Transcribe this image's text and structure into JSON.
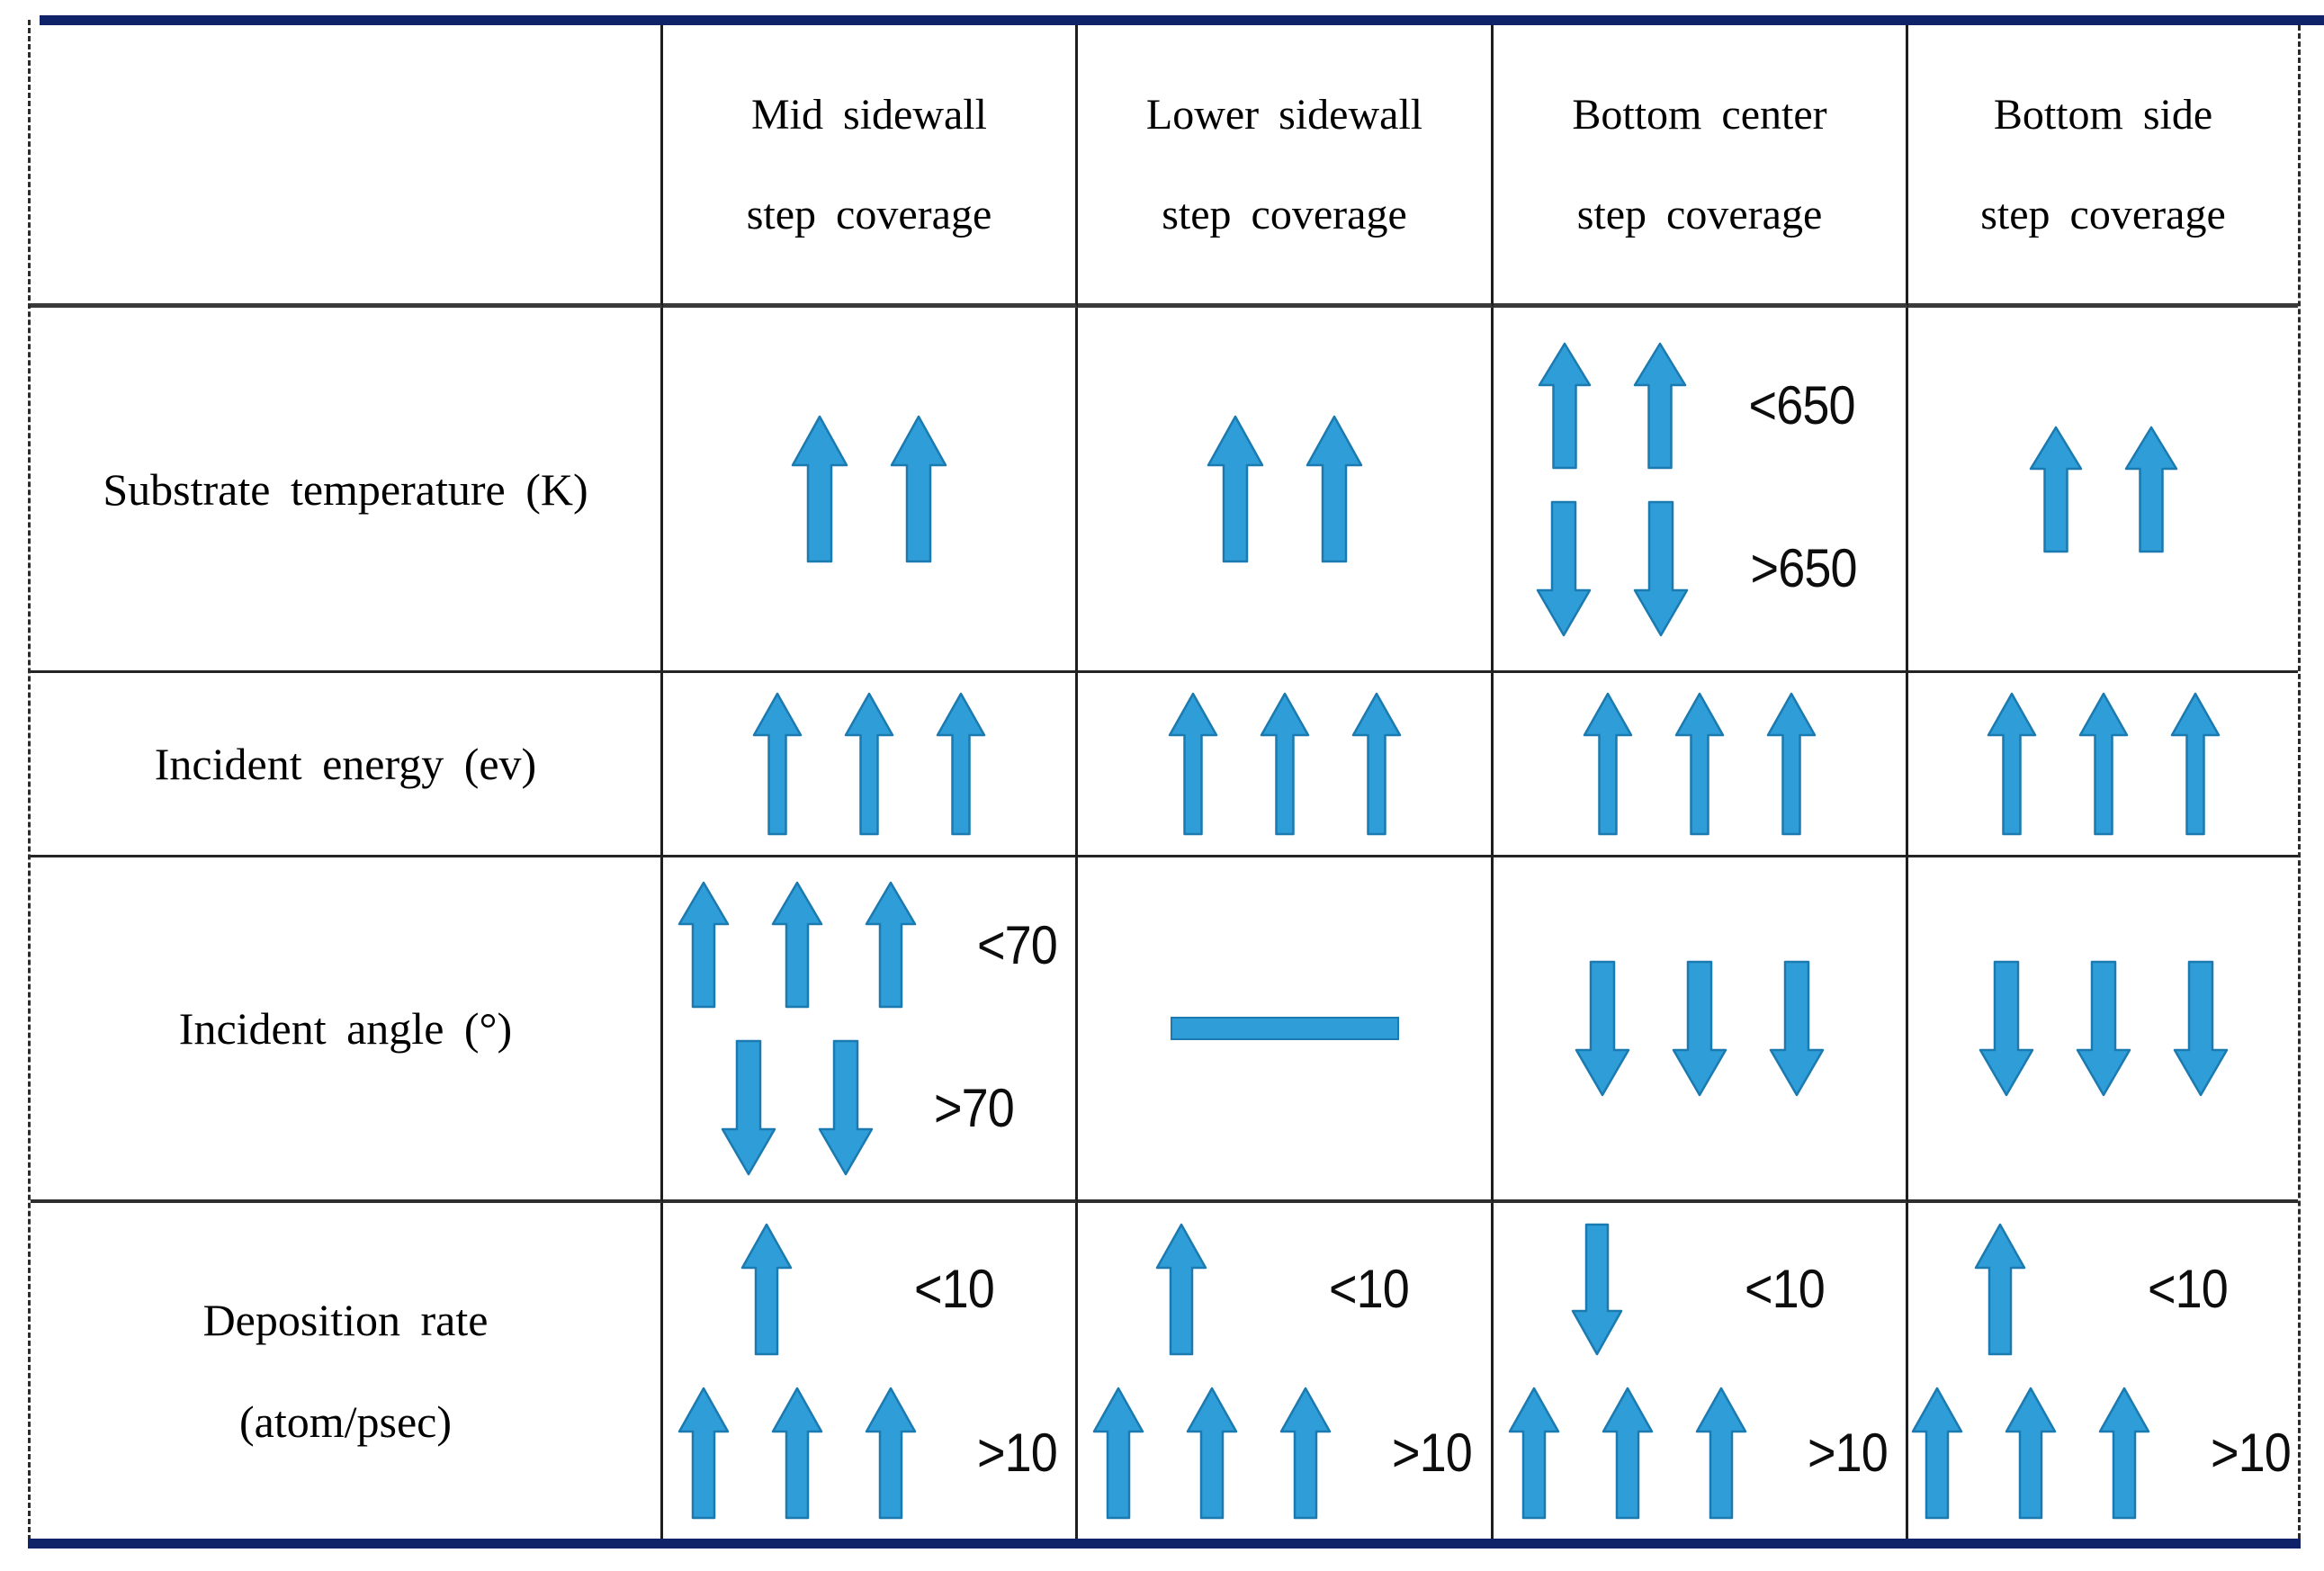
{
  "figure": {
    "colors": {
      "arrow_blue": "#2E9DD8",
      "arrow_stroke": "#1B7AB0",
      "navy": "#112368",
      "grid_line": "#1e1e1e"
    },
    "header": {
      "columns": [
        {
          "line1": "Mid sidewall",
          "line2": "step coverage"
        },
        {
          "line1": "Lower sidewall",
          "line2": "step coverage"
        },
        {
          "line1": "Bottom center",
          "line2": "step coverage"
        },
        {
          "line1": "Bottom side",
          "line2": "step coverage"
        }
      ]
    },
    "rows": [
      {
        "label_lines": [
          "Substrate temperature (K)"
        ],
        "cells": [
          {
            "groups": [
              {
                "type": "arrows",
                "dir": "up",
                "count": 2,
                "size": "md",
                "label": ""
              }
            ]
          },
          {
            "groups": [
              {
                "type": "arrows",
                "dir": "up",
                "count": 2,
                "size": "md",
                "label": ""
              }
            ]
          },
          {
            "groups": [
              {
                "type": "arrows",
                "dir": "up",
                "count": 2,
                "size": "sm2",
                "label": "<650"
              },
              {
                "type": "arrows",
                "dir": "down",
                "count": 2,
                "size": "dn",
                "label": ">650"
              }
            ]
          },
          {
            "groups": [
              {
                "type": "arrows",
                "dir": "up",
                "count": 2,
                "size": "sm2",
                "label": ""
              }
            ]
          }
        ]
      },
      {
        "label_lines": [
          "Incident energy (ev)"
        ],
        "cells": [
          {
            "groups": [
              {
                "type": "arrows",
                "dir": "up",
                "count": 3,
                "size": "tall",
                "label": ""
              }
            ]
          },
          {
            "groups": [
              {
                "type": "arrows",
                "dir": "up",
                "count": 3,
                "size": "tall",
                "label": ""
              }
            ]
          },
          {
            "groups": [
              {
                "type": "arrows",
                "dir": "up",
                "count": 3,
                "size": "tall",
                "label": ""
              }
            ]
          },
          {
            "groups": [
              {
                "type": "arrows",
                "dir": "up",
                "count": 3,
                "size": "tall",
                "label": ""
              }
            ]
          }
        ]
      },
      {
        "label_lines": [
          "Incident angle (°)"
        ],
        "cells": [
          {
            "groups": [
              {
                "type": "arrows",
                "dir": "up",
                "count": 3,
                "size": "sm",
                "label": "<70"
              },
              {
                "type": "arrows",
                "dir": "down",
                "count": 2,
                "size": "dn",
                "label": ">70"
              }
            ]
          },
          {
            "groups": [
              {
                "type": "dash",
                "label": ""
              }
            ]
          },
          {
            "groups": [
              {
                "type": "arrows",
                "dir": "down",
                "count": 3,
                "size": "dn",
                "label": ""
              }
            ]
          },
          {
            "groups": [
              {
                "type": "arrows",
                "dir": "down",
                "count": 3,
                "size": "dn",
                "label": ""
              }
            ]
          }
        ]
      },
      {
        "label_lines": [
          "Deposition rate",
          "(atom/psec)"
        ],
        "cells": [
          {
            "groups": [
              {
                "type": "arrows",
                "dir": "up",
                "count": 1,
                "size": "r4",
                "label": "<10"
              },
              {
                "type": "arrows",
                "dir": "up",
                "count": 3,
                "size": "r4",
                "label": ">10"
              }
            ]
          },
          {
            "groups": [
              {
                "type": "arrows",
                "dir": "up",
                "count": 1,
                "size": "r4",
                "label": "<10"
              },
              {
                "type": "arrows",
                "dir": "up",
                "count": 3,
                "size": "r4",
                "label": ">10"
              }
            ]
          },
          {
            "groups": [
              {
                "type": "arrows",
                "dir": "down",
                "count": 1,
                "size": "r4",
                "label": "<10"
              },
              {
                "type": "arrows",
                "dir": "up",
                "count": 3,
                "size": "r4",
                "label": ">10"
              }
            ]
          },
          {
            "groups": [
              {
                "type": "arrows",
                "dir": "up",
                "count": 1,
                "size": "r4",
                "label": "<10"
              },
              {
                "type": "arrows",
                "dir": "up",
                "count": 3,
                "size": "r4",
                "label": ">10"
              }
            ]
          }
        ]
      }
    ]
  },
  "chart_data": {
    "type": "table",
    "columns": [
      "",
      "Mid sidewall step coverage",
      "Lower sidewall step coverage",
      "Bottom center step coverage",
      "Bottom side step coverage"
    ],
    "rows": [
      {
        "parameter": "Substrate temperature (K)",
        "cells": [
          "↑↑",
          "↑↑",
          "↑↑ (<650); ↓↓ (>650)",
          "↑↑"
        ]
      },
      {
        "parameter": "Incident energy (ev)",
        "cells": [
          "↑↑↑",
          "↑↑↑",
          "↑↑↑",
          "↑↑↑"
        ]
      },
      {
        "parameter": "Incident angle (°)",
        "cells": [
          "↑↑↑ (<70); ↓↓ (>70)",
          "—",
          "↓↓↓",
          "↓↓↓"
        ]
      },
      {
        "parameter": "Deposition rate (atom/psec)",
        "cells": [
          "↑ (<10); ↑↑↑ (>10)",
          "↑ (<10); ↑↑↑ (>10)",
          "↓ (<10); ↑↑↑ (>10)",
          "↑ (<10); ↑↑↑ (>10)"
        ]
      }
    ],
    "thresholds": {
      "substrate_temperature": 650,
      "incident_angle": 70,
      "deposition_rate": 10
    },
    "legend_position": "none",
    "grid": true
  }
}
